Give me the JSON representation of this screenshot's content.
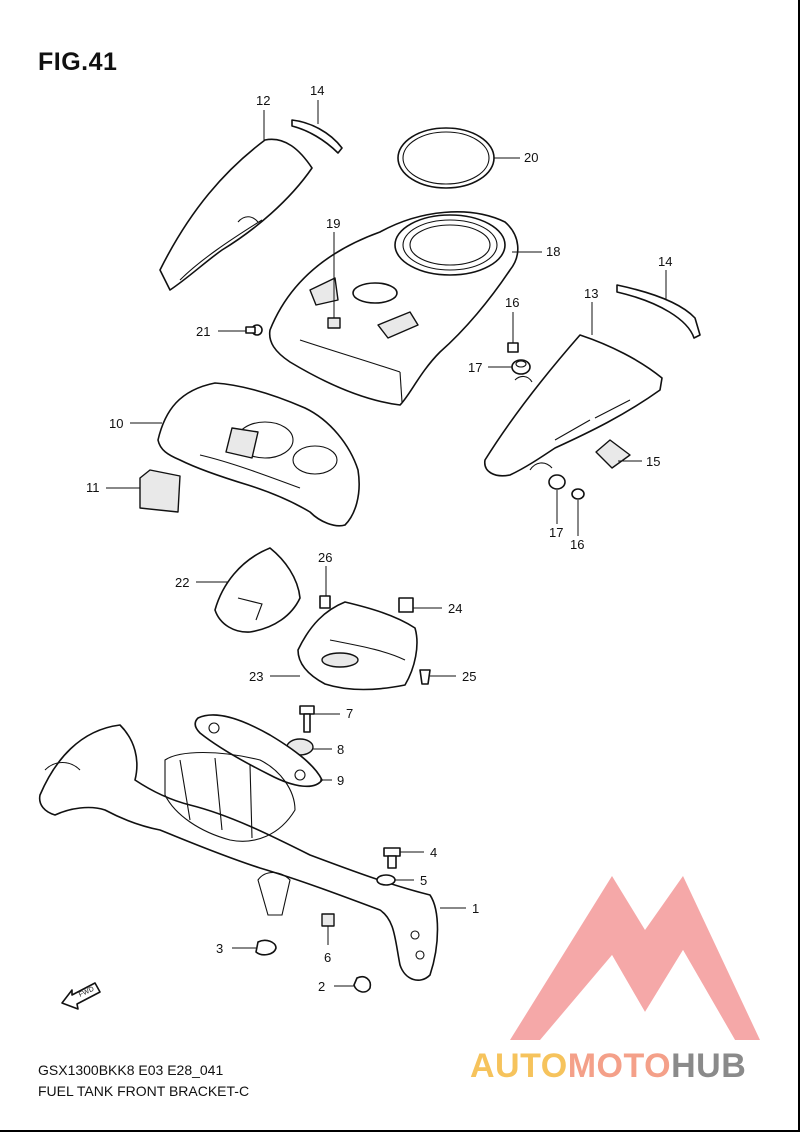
{
  "figure": {
    "title": "FIG.41",
    "code": "GSX1300BKK8 E03 E28_041",
    "name": "FUEL TANK FRONT BRACKET-C"
  },
  "fwd_label": "FWD",
  "watermark": {
    "part1": "AUTO",
    "part2": "MOTO",
    "part3": "HUB",
    "colors": {
      "red": "#f28b8b",
      "yellow": "#f6c35c",
      "gray": "#8a8a8a"
    }
  },
  "callouts": [
    {
      "id": "c12",
      "label": "12"
    },
    {
      "id": "c14a",
      "label": "14"
    },
    {
      "id": "c20",
      "label": "20"
    },
    {
      "id": "c19",
      "label": "19"
    },
    {
      "id": "c18",
      "label": "18"
    },
    {
      "id": "c14b",
      "label": "14"
    },
    {
      "id": "c13",
      "label": "13"
    },
    {
      "id": "c16a",
      "label": "16"
    },
    {
      "id": "c21",
      "label": "21"
    },
    {
      "id": "c17a",
      "label": "17"
    },
    {
      "id": "c10",
      "label": "10"
    },
    {
      "id": "c15",
      "label": "15"
    },
    {
      "id": "c11",
      "label": "11"
    },
    {
      "id": "c17b",
      "label": "17"
    },
    {
      "id": "c16b",
      "label": "16"
    },
    {
      "id": "c26",
      "label": "26"
    },
    {
      "id": "c22",
      "label": "22"
    },
    {
      "id": "c24",
      "label": "24"
    },
    {
      "id": "c23",
      "label": "23"
    },
    {
      "id": "c25",
      "label": "25"
    },
    {
      "id": "c7",
      "label": "7"
    },
    {
      "id": "c8",
      "label": "8"
    },
    {
      "id": "c9",
      "label": "9"
    },
    {
      "id": "c4",
      "label": "4"
    },
    {
      "id": "c5",
      "label": "5"
    },
    {
      "id": "c1",
      "label": "1"
    },
    {
      "id": "c3",
      "label": "3"
    },
    {
      "id": "c6",
      "label": "6"
    },
    {
      "id": "c2",
      "label": "2"
    }
  ]
}
